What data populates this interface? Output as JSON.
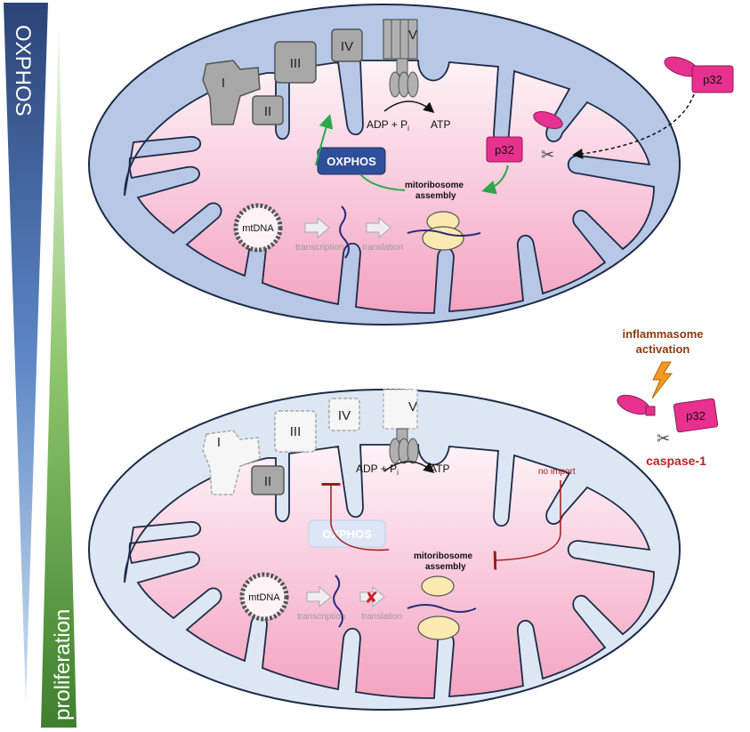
{
  "gradients": {
    "oxphos_label": "OXPHOS",
    "proliferation_label": "proliferation",
    "oxphos_color": "#2f4f86",
    "proliferation_color": "#3f7f2e"
  },
  "top": {
    "complex_I": "I",
    "complex_II": "II",
    "complex_III": "III",
    "complex_IV": "IV",
    "complex_V": "V",
    "adp": "ADP + P",
    "adp_sub": "i",
    "atp": "ATP",
    "oxphos_badge": "OXPHOS",
    "mitoribosome_line1": "mitoribosome",
    "mitoribosome_line2": "assembly",
    "mtdna": "mtDNA",
    "transcription": "transcription",
    "translation": "translation",
    "p32_inner": "p32",
    "p32_outer": "p32"
  },
  "bottom": {
    "complex_I": "I",
    "complex_II": "II",
    "complex_III": "III",
    "complex_IV": "IV",
    "complex_V": "V",
    "adp": "ADP + P",
    "adp_sub": "i",
    "atp": "ATP",
    "oxphos_badge": "OXPHOS",
    "mitoribosome_line1": "mitoribosome",
    "mitoribosome_line2": "assembly",
    "no_import": "no import",
    "mtdna": "mtDNA",
    "transcription": "transcription",
    "translation": "translation"
  },
  "side": {
    "inflammasome_line1": "inflammasome",
    "inflammasome_line2": "activation",
    "p32": "p32",
    "caspase": "caspase-1"
  },
  "colors": {
    "p32": "#e8318f",
    "inhibit": "#a01a1a",
    "activate": "#2aa84a",
    "caspase": "#c0202a",
    "inflammasome": "#8b3a10"
  }
}
